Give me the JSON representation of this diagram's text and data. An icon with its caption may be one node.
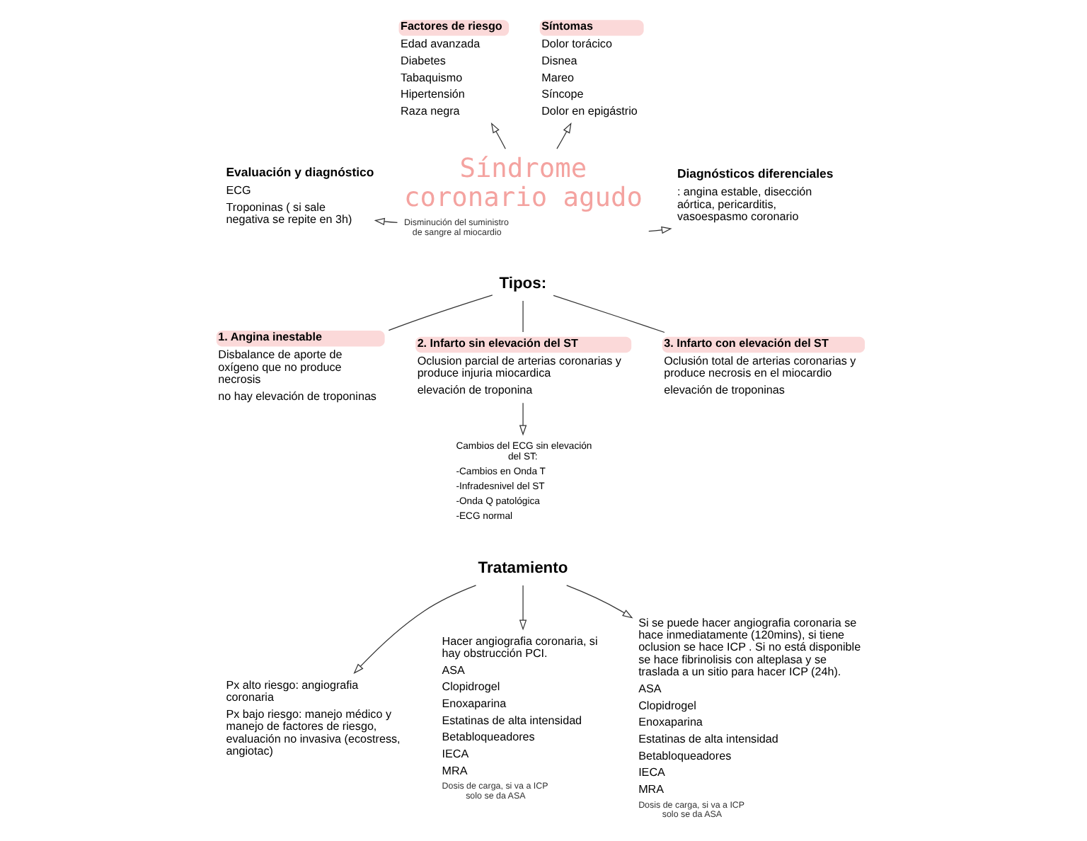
{
  "diagram": {
    "nodes": [
      {
        "text": [
          "Síndrome coronario agudo"
        ],
        "beside": [
          "Disminución del suministro de sangre al miocardio"
        ]
      },
      {
        "text": [
          "Factores de riesgo",
          "Edad avanzada",
          "Diabetes",
          "Tabaquismo",
          "Hipertensión",
          "Raza negra"
        ]
      },
      {
        "text": [
          "Síntomas",
          "Dolor torácico",
          "Disnea",
          "Mareo",
          "Síncope",
          "Dolor en epigástrio"
        ]
      },
      {
        "text": [
          "Evaluación y diagnóstico",
          "ECG",
          "Troponinas ( si sale negativa se repite en 3h)"
        ]
      },
      {
        "text": [
          "Diagnósticos diferenciales",
          ": angina estable, disección aórtica, pericarditis, vasoespasmo coronario"
        ]
      },
      {
        "text": [
          "Tipos:"
        ]
      },
      {
        "text": [
          "1. Angina inestable",
          "Disbalance de aporte de oxígeno que no produce necrosis",
          "no hay elevación de troponinas"
        ]
      },
      {
        "text": [
          "2. Infarto sin elevación del ST",
          "Oclusion parcial de arterias coronarias y produce injuria miocardica",
          "elevación de troponina"
        ]
      },
      {
        "text": [
          "Cambios del ECG sin elevación del ST:",
          "-Cambios en Onda T",
          "-Infradesnivel del ST",
          "-Onda Q patológica",
          "-ECG normal"
        ]
      },
      {
        "text": [
          "3. Infarto con elevación del ST",
          "Oclusión total de arterias coronarias y produce necrosis en el miocardio",
          "elevación de troponinas"
        ]
      },
      {
        "text": [
          "Tratamiento"
        ]
      },
      {
        "text": [
          "Px alto riesgo: angiografia coronaria",
          "Px bajo riesgo: manejo médico y manejo de factores de riesgo, evaluación no invasiva (ecostress, angiotac)"
        ]
      },
      {
        "text": [
          "Hacer angiografia coronaria, si hay obstrucción PCI.",
          "ASA",
          "Clopidrogel",
          "Enoxaparina",
          "Estatinas de alta intensidad",
          "Betabloqueadores",
          "IECA",
          "MRA"
        ],
        "beside": [
          "Dosis de carga, si va a ICP solo se da ASA"
        ]
      },
      {
        "text": [
          "Si se puede hacer angiografia coronaria se hace inmediatamente (120mins), si tiene oclusion se hace ICP . Si no está disponible se hace fibrinolisis con alteplasa y se traslada a un sitio para hacer ICP (24h).",
          "ASA",
          "Clopidrogel",
          "Enoxaparina",
          "Estatinas de alta intensidad",
          "Betabloqueadores",
          "IECA",
          "MRA"
        ],
        "beside": [
          "Dosis de carga, si va a ICP solo se da ASA"
        ]
      }
    ],
    "edges": [
      {
        "from": 0,
        "to": 1,
        "arrow": "to"
      },
      {
        "from": 0,
        "to": 2,
        "arrow": "to"
      },
      {
        "from": 0,
        "to": 3,
        "arrow": "to"
      },
      {
        "from": 0,
        "to": 4,
        "arrow": "to"
      },
      {
        "from": 5,
        "to": 6,
        "arrow": "none"
      },
      {
        "from": 5,
        "to": 7,
        "arrow": "none"
      },
      {
        "from": 5,
        "to": 9,
        "arrow": "none"
      },
      {
        "from": 7,
        "to": 8,
        "arrow": "to"
      },
      {
        "from": 10,
        "to": 11,
        "arrow": "to"
      },
      {
        "from": 10,
        "to": 12,
        "arrow": "to"
      },
      {
        "from": 10,
        "to": 13,
        "arrow": "to"
      }
    ]
  }
}
